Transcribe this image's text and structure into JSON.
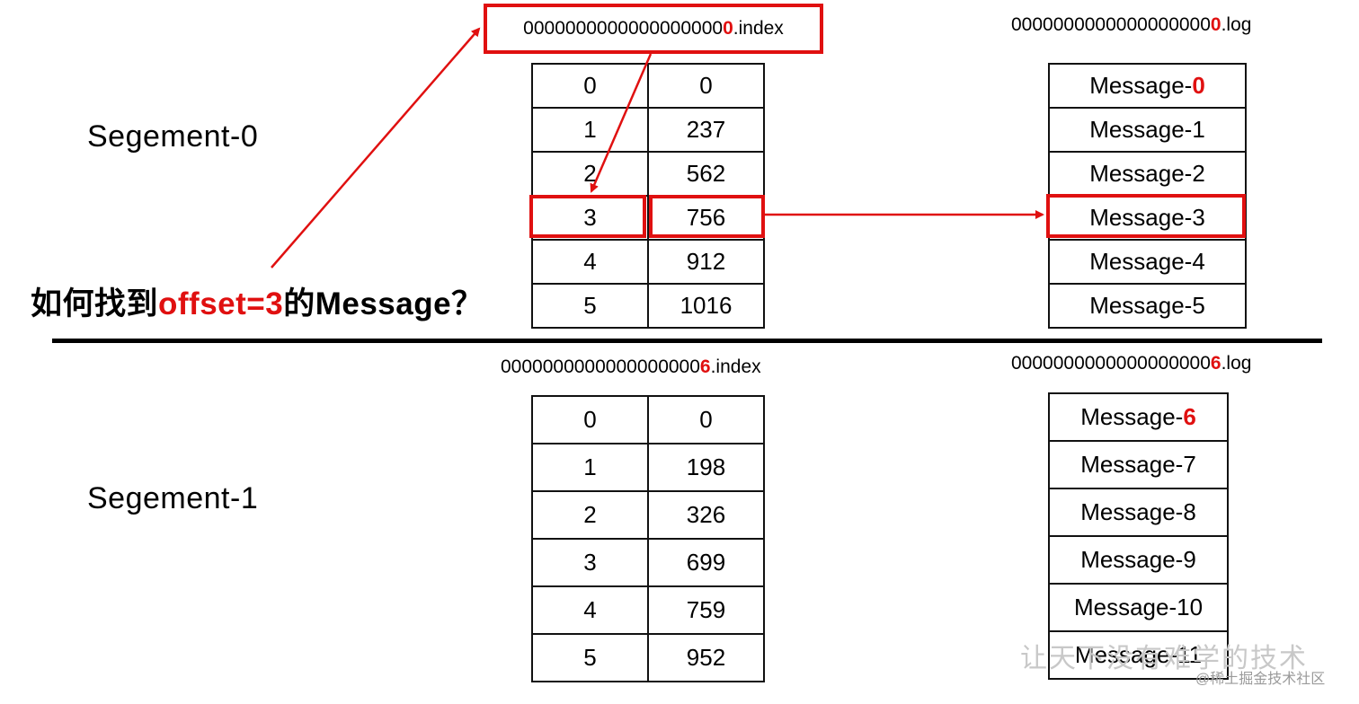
{
  "segments": [
    {
      "label": "Segement-0",
      "index_file": {
        "prefix": "0000000000000000000",
        "highlight": "0",
        "suffix": ".index"
      },
      "log_file": {
        "prefix": "0000000000000000000",
        "highlight": "0",
        "suffix": ".log"
      },
      "index_rows": [
        [
          "0",
          "0"
        ],
        [
          "1",
          "237"
        ],
        [
          "2",
          "562"
        ],
        [
          "3",
          "756"
        ],
        [
          "4",
          "912"
        ],
        [
          "5",
          "1016"
        ]
      ],
      "messages": [
        {
          "prefix": "Message-",
          "highlight": "0"
        },
        {
          "prefix": "Message-1",
          "highlight": ""
        },
        {
          "prefix": "Message-2",
          "highlight": ""
        },
        {
          "prefix": "Message-3",
          "highlight": ""
        },
        {
          "prefix": "Message-4",
          "highlight": ""
        },
        {
          "prefix": "Message-5",
          "highlight": ""
        }
      ]
    },
    {
      "label": "Segement-1",
      "index_file": {
        "prefix": "0000000000000000000",
        "highlight": "6",
        "suffix": ".index"
      },
      "log_file": {
        "prefix": "0000000000000000000",
        "highlight": "6",
        "suffix": ".log"
      },
      "index_rows": [
        [
          "0",
          "0"
        ],
        [
          "1",
          "198"
        ],
        [
          "2",
          "326"
        ],
        [
          "3",
          "699"
        ],
        [
          "4",
          "759"
        ],
        [
          "5",
          "952"
        ]
      ],
      "messages": [
        {
          "prefix": "Message-",
          "highlight": "6"
        },
        {
          "prefix": "Message-7",
          "highlight": ""
        },
        {
          "prefix": "Message-8",
          "highlight": ""
        },
        {
          "prefix": "Message-9",
          "highlight": ""
        },
        {
          "prefix": "Message-10",
          "highlight": ""
        },
        {
          "prefix": "Message-11",
          "highlight": ""
        }
      ]
    }
  ],
  "question": {
    "part1": "如何找到",
    "part2": "offset=3",
    "part3": "的Message？"
  },
  "watermark_deco": "让天下没有难学的技术",
  "watermark": "@稀土掘金技术社区",
  "colors": {
    "accent": "#e01010",
    "line": "#111111",
    "background": "#ffffff"
  }
}
